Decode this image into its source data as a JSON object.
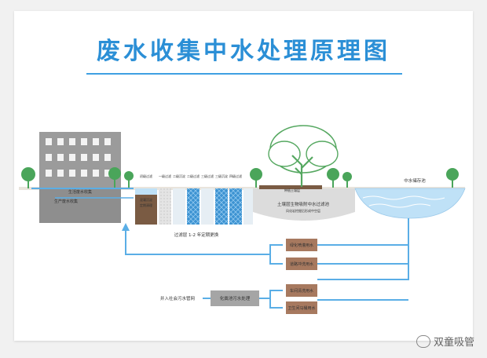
{
  "title": "废水收集中水处理原理图",
  "labels": {
    "domestic_collection": "生活废水收集",
    "production_collection": "生产废水收集",
    "pretreat": [
      "沉淀池",
      "混凝沉淀",
      "定期清理"
    ],
    "stages": [
      {
        "name": "初级过滤"
      },
      {
        "name": "一级过滤"
      },
      {
        "name": "二级沉淀"
      },
      {
        "name": "二级过滤"
      },
      {
        "name": "三级过滤"
      },
      {
        "name": "三级沉淀"
      },
      {
        "name": "四级过滤"
      }
    ],
    "filter_note": "过滤层 1-2 年定期更换",
    "plant_zone": "种植土壤层",
    "soil_pool": "土壤层生物吸附中水过滤池",
    "soil_pool_sub": "风化岩挖掘后形成中空层",
    "storage": "中水储存池",
    "uses": [
      "绿化喷灌用水",
      "道路冲洗用水",
      "车间清洗用水",
      "卫生间马桶用水"
    ],
    "septic": "化粪池污水处理",
    "sewer": "并入社会污水管网"
  },
  "watermark": "双童吸管",
  "colors": {
    "title": "#2b8fd6",
    "pipe": "#5aaee6",
    "water": "#bfe1f7",
    "building": "#9a9a9a",
    "use_box": "#a7795f",
    "septic_box": "#a5a5a5",
    "tree": "#4aa55a",
    "ground": "#d8d2c7"
  }
}
